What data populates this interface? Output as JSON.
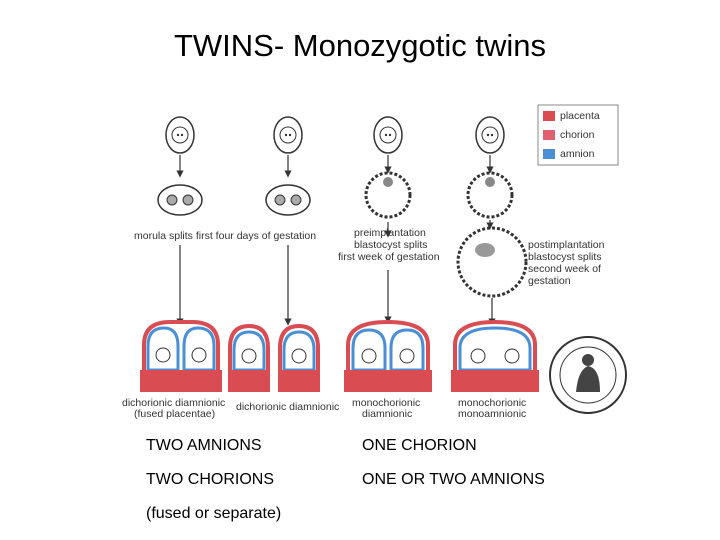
{
  "title": "TWINS- Monozygotic twins",
  "legend": [
    {
      "label": "placenta",
      "color": "#d94c52"
    },
    {
      "label": "chorion",
      "color": "#e06070"
    },
    {
      "label": "amnion",
      "color": "#4a8fd6"
    }
  ],
  "labels": {
    "morula": "morula splits first four days of gestation",
    "preimplantation": [
      "preimplantation",
      "blastocyst splits",
      "first week of gestation"
    ],
    "postimplantation": [
      "postimplantation",
      "blastocyst splits",
      "second week of",
      "gestation"
    ],
    "types": [
      [
        "dichorionic diamnionic",
        "(fused placentae)"
      ],
      [
        "dichorionic diamnionic"
      ],
      [
        "monochorionic",
        "diamnionic"
      ],
      [
        "monochorionic",
        "monoamnionic"
      ]
    ]
  },
  "captions": {
    "left_1": "TWO AMNIONS",
    "left_2": "TWO CHORIONS",
    "left_3": "(fused or separate)",
    "right_1": "ONE CHORION",
    "right_2": "ONE OR TWO AMNIONS"
  }
}
